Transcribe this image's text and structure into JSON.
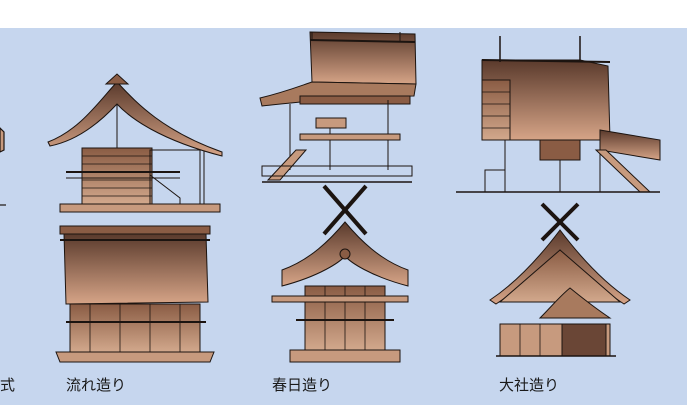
{
  "labels": {
    "partial_left": "式",
    "nagare": "流れ造り",
    "kasuga": "春日造り",
    "taisha": "大社造り"
  },
  "colors": {
    "background": "#c6d6ee",
    "roof_top": "#5a3a2c",
    "roof_bottom": "#d6a487",
    "wood": "#c79a7e",
    "outline": "#1c1410"
  }
}
